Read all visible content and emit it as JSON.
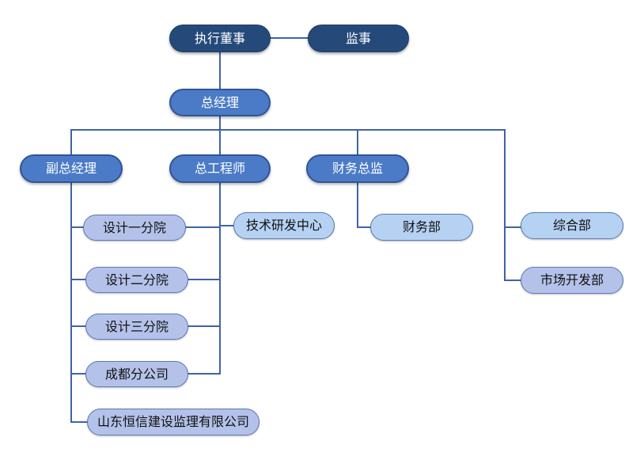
{
  "org_chart": {
    "colors": {
      "top_node_fill": "#254a7a",
      "level_node_fill": "#4b7bc6",
      "sub_node_fill": "#b4c2ea",
      "dept_node_fill": "#b5d2f3",
      "connector": "#3f63a8"
    },
    "executive_director": "执行董事",
    "supervisor": "监事",
    "general_manager": "总经理",
    "deputy_general_manager": "副总经理",
    "chief_engineer": "总工程师",
    "finance_director": "财务总监",
    "design_branch_1": "设计一分院",
    "design_branch_2": "设计二分院",
    "design_branch_3": "设计三分院",
    "chengdu_branch": "成都分公司",
    "shandong_supervision": "山东恒信建设监理有限公司",
    "tech_rd_center": "技术研发中心",
    "finance_dept": "财务部",
    "general_affairs_dept": "综合部",
    "market_development_dept": "市场开发部"
  }
}
